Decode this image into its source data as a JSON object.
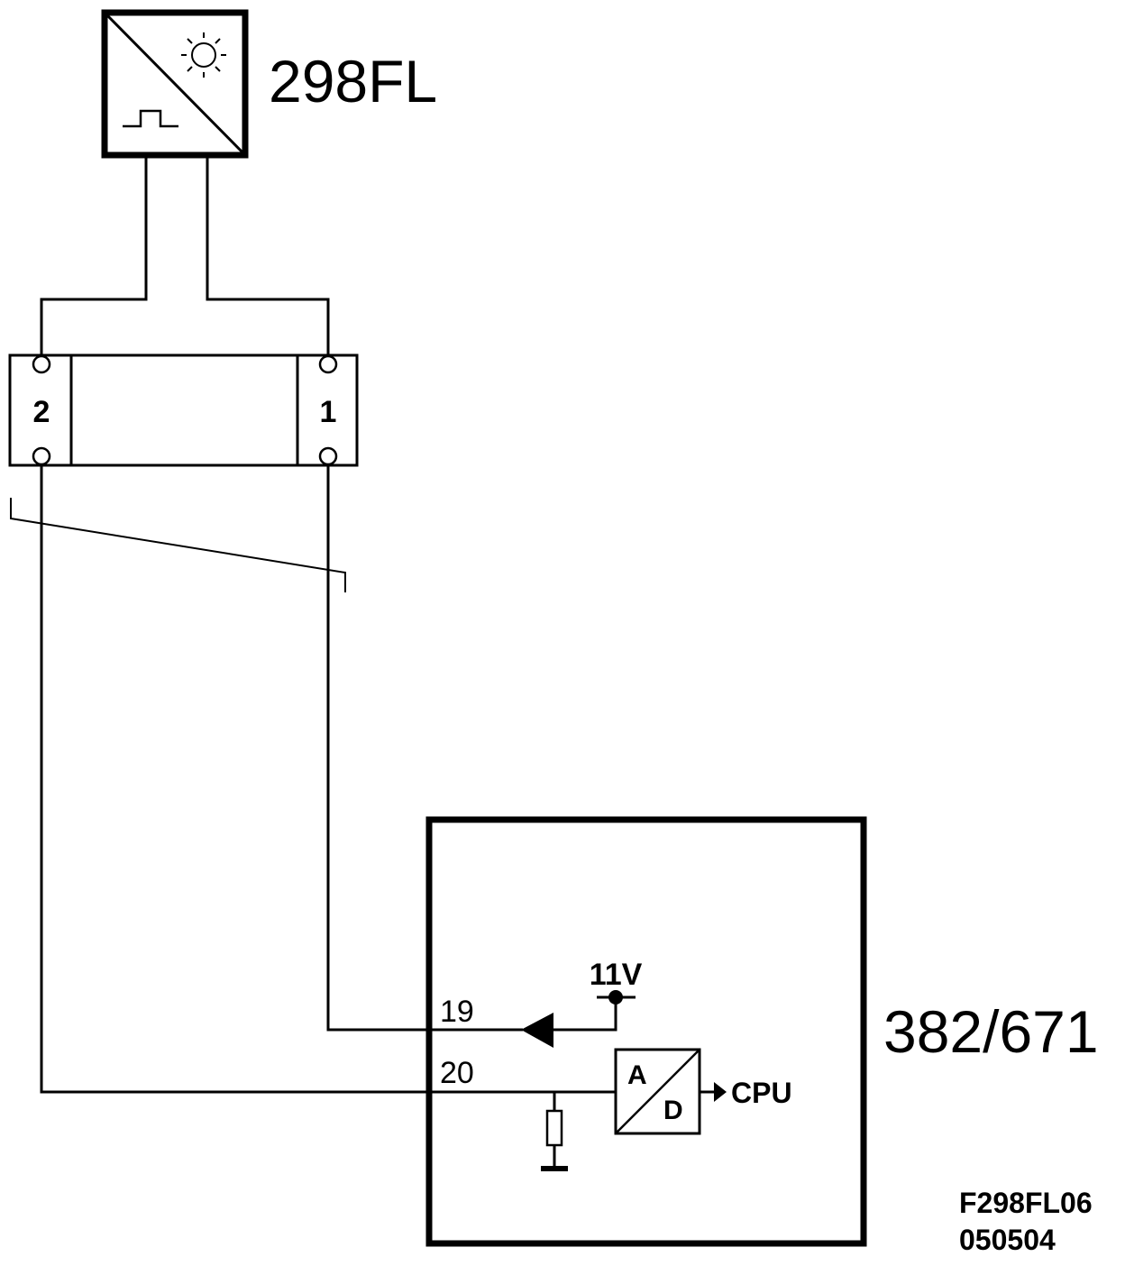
{
  "sensor": {
    "label": "298FL",
    "icon": "light-sensor-icon",
    "signal": "pulse-signal-icon"
  },
  "connector": {
    "pin_left": "2",
    "pin_right": "1"
  },
  "ecu": {
    "label": "382/671",
    "pin_19": "19",
    "pin_20": "20",
    "supply_voltage": "11V",
    "converter_top": "A",
    "converter_bottom": "D",
    "output": "CPU"
  },
  "reference": {
    "code": "F298FL06",
    "date": "050504"
  },
  "colors": {
    "ink": "#000000",
    "background": "#ffffff"
  }
}
